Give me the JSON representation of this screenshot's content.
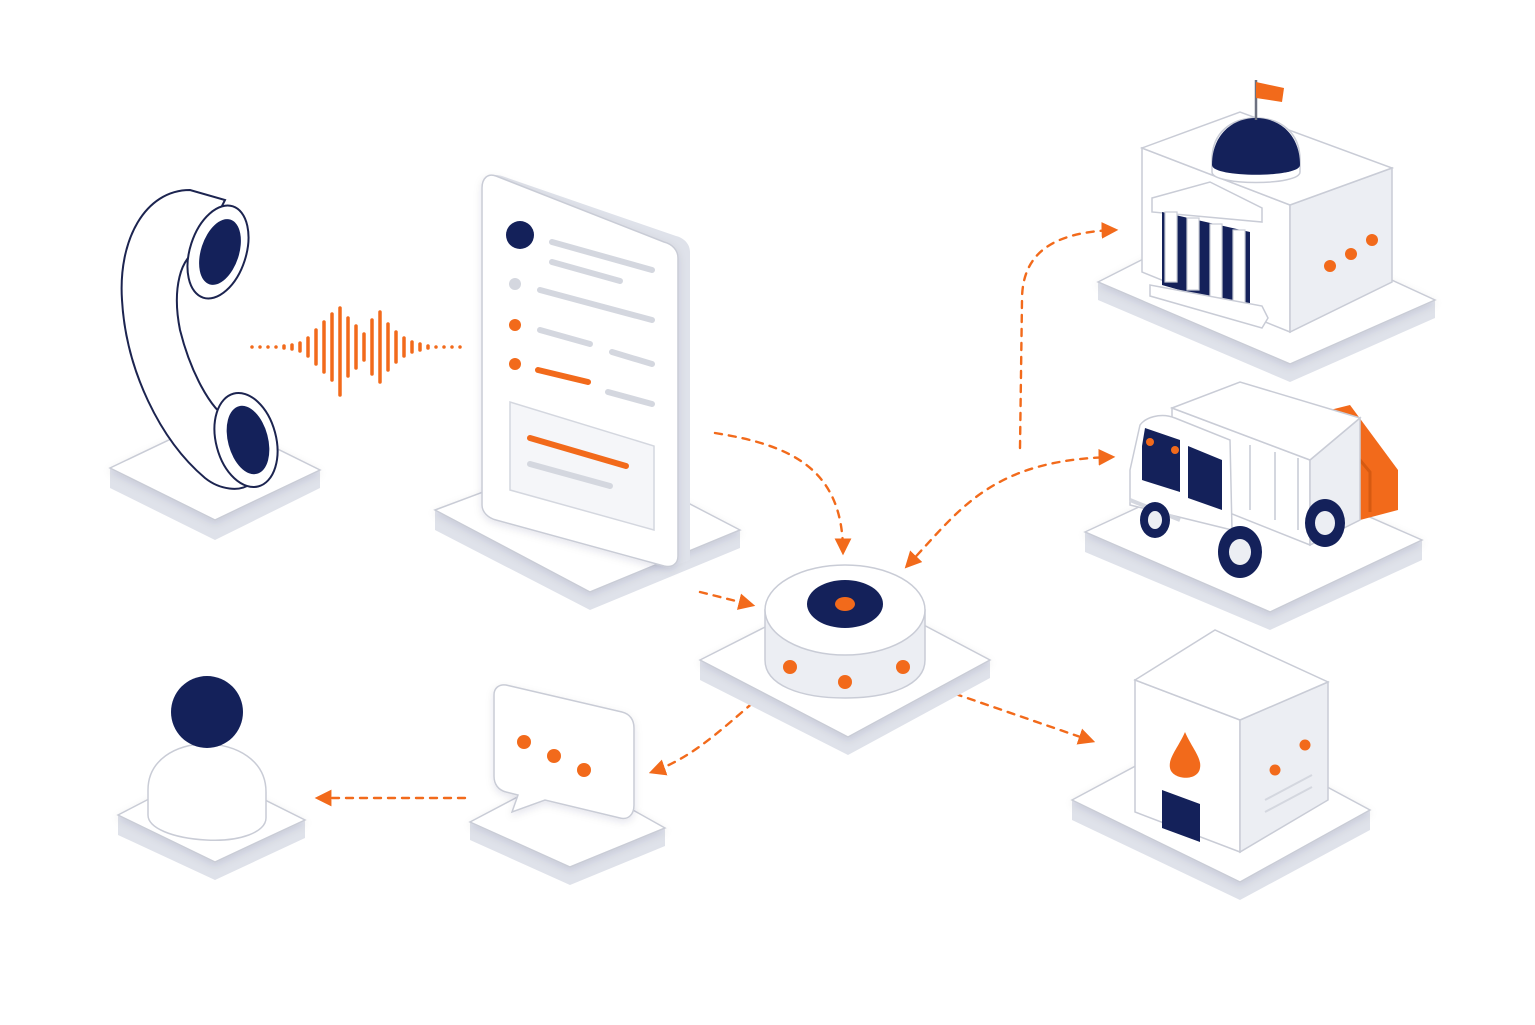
{
  "colors": {
    "navy": "#14215a",
    "accent": "#f26a1b",
    "surface": "#ffffff",
    "surface_shade": "#eceef3",
    "surface_side": "#dfe2ea",
    "line": "#d4d7df",
    "outline": "#1c2450"
  },
  "nodes": [
    {
      "id": "phone",
      "icon": "telephone-handset-icon"
    },
    {
      "id": "voice",
      "icon": "sound-wave-icon"
    },
    {
      "id": "form",
      "icon": "report-form-icon"
    },
    {
      "id": "hub",
      "icon": "routing-hub-icon"
    },
    {
      "id": "city-hall",
      "icon": "city-hall-icon"
    },
    {
      "id": "garbage-truck",
      "icon": "garbage-truck-icon"
    },
    {
      "id": "water-utility",
      "icon": "water-drop-icon"
    },
    {
      "id": "message",
      "icon": "chat-bubble-icon"
    },
    {
      "id": "citizen",
      "icon": "user-icon"
    }
  ],
  "flows": [
    {
      "from": "phone",
      "to": "form"
    },
    {
      "from": "form",
      "to": "hub"
    },
    {
      "from": "hub",
      "to": "city-hall"
    },
    {
      "from": "hub",
      "to": "garbage-truck"
    },
    {
      "from": "hub",
      "to": "water-utility"
    },
    {
      "from": "hub",
      "to": "message"
    },
    {
      "from": "message",
      "to": "citizen"
    }
  ]
}
